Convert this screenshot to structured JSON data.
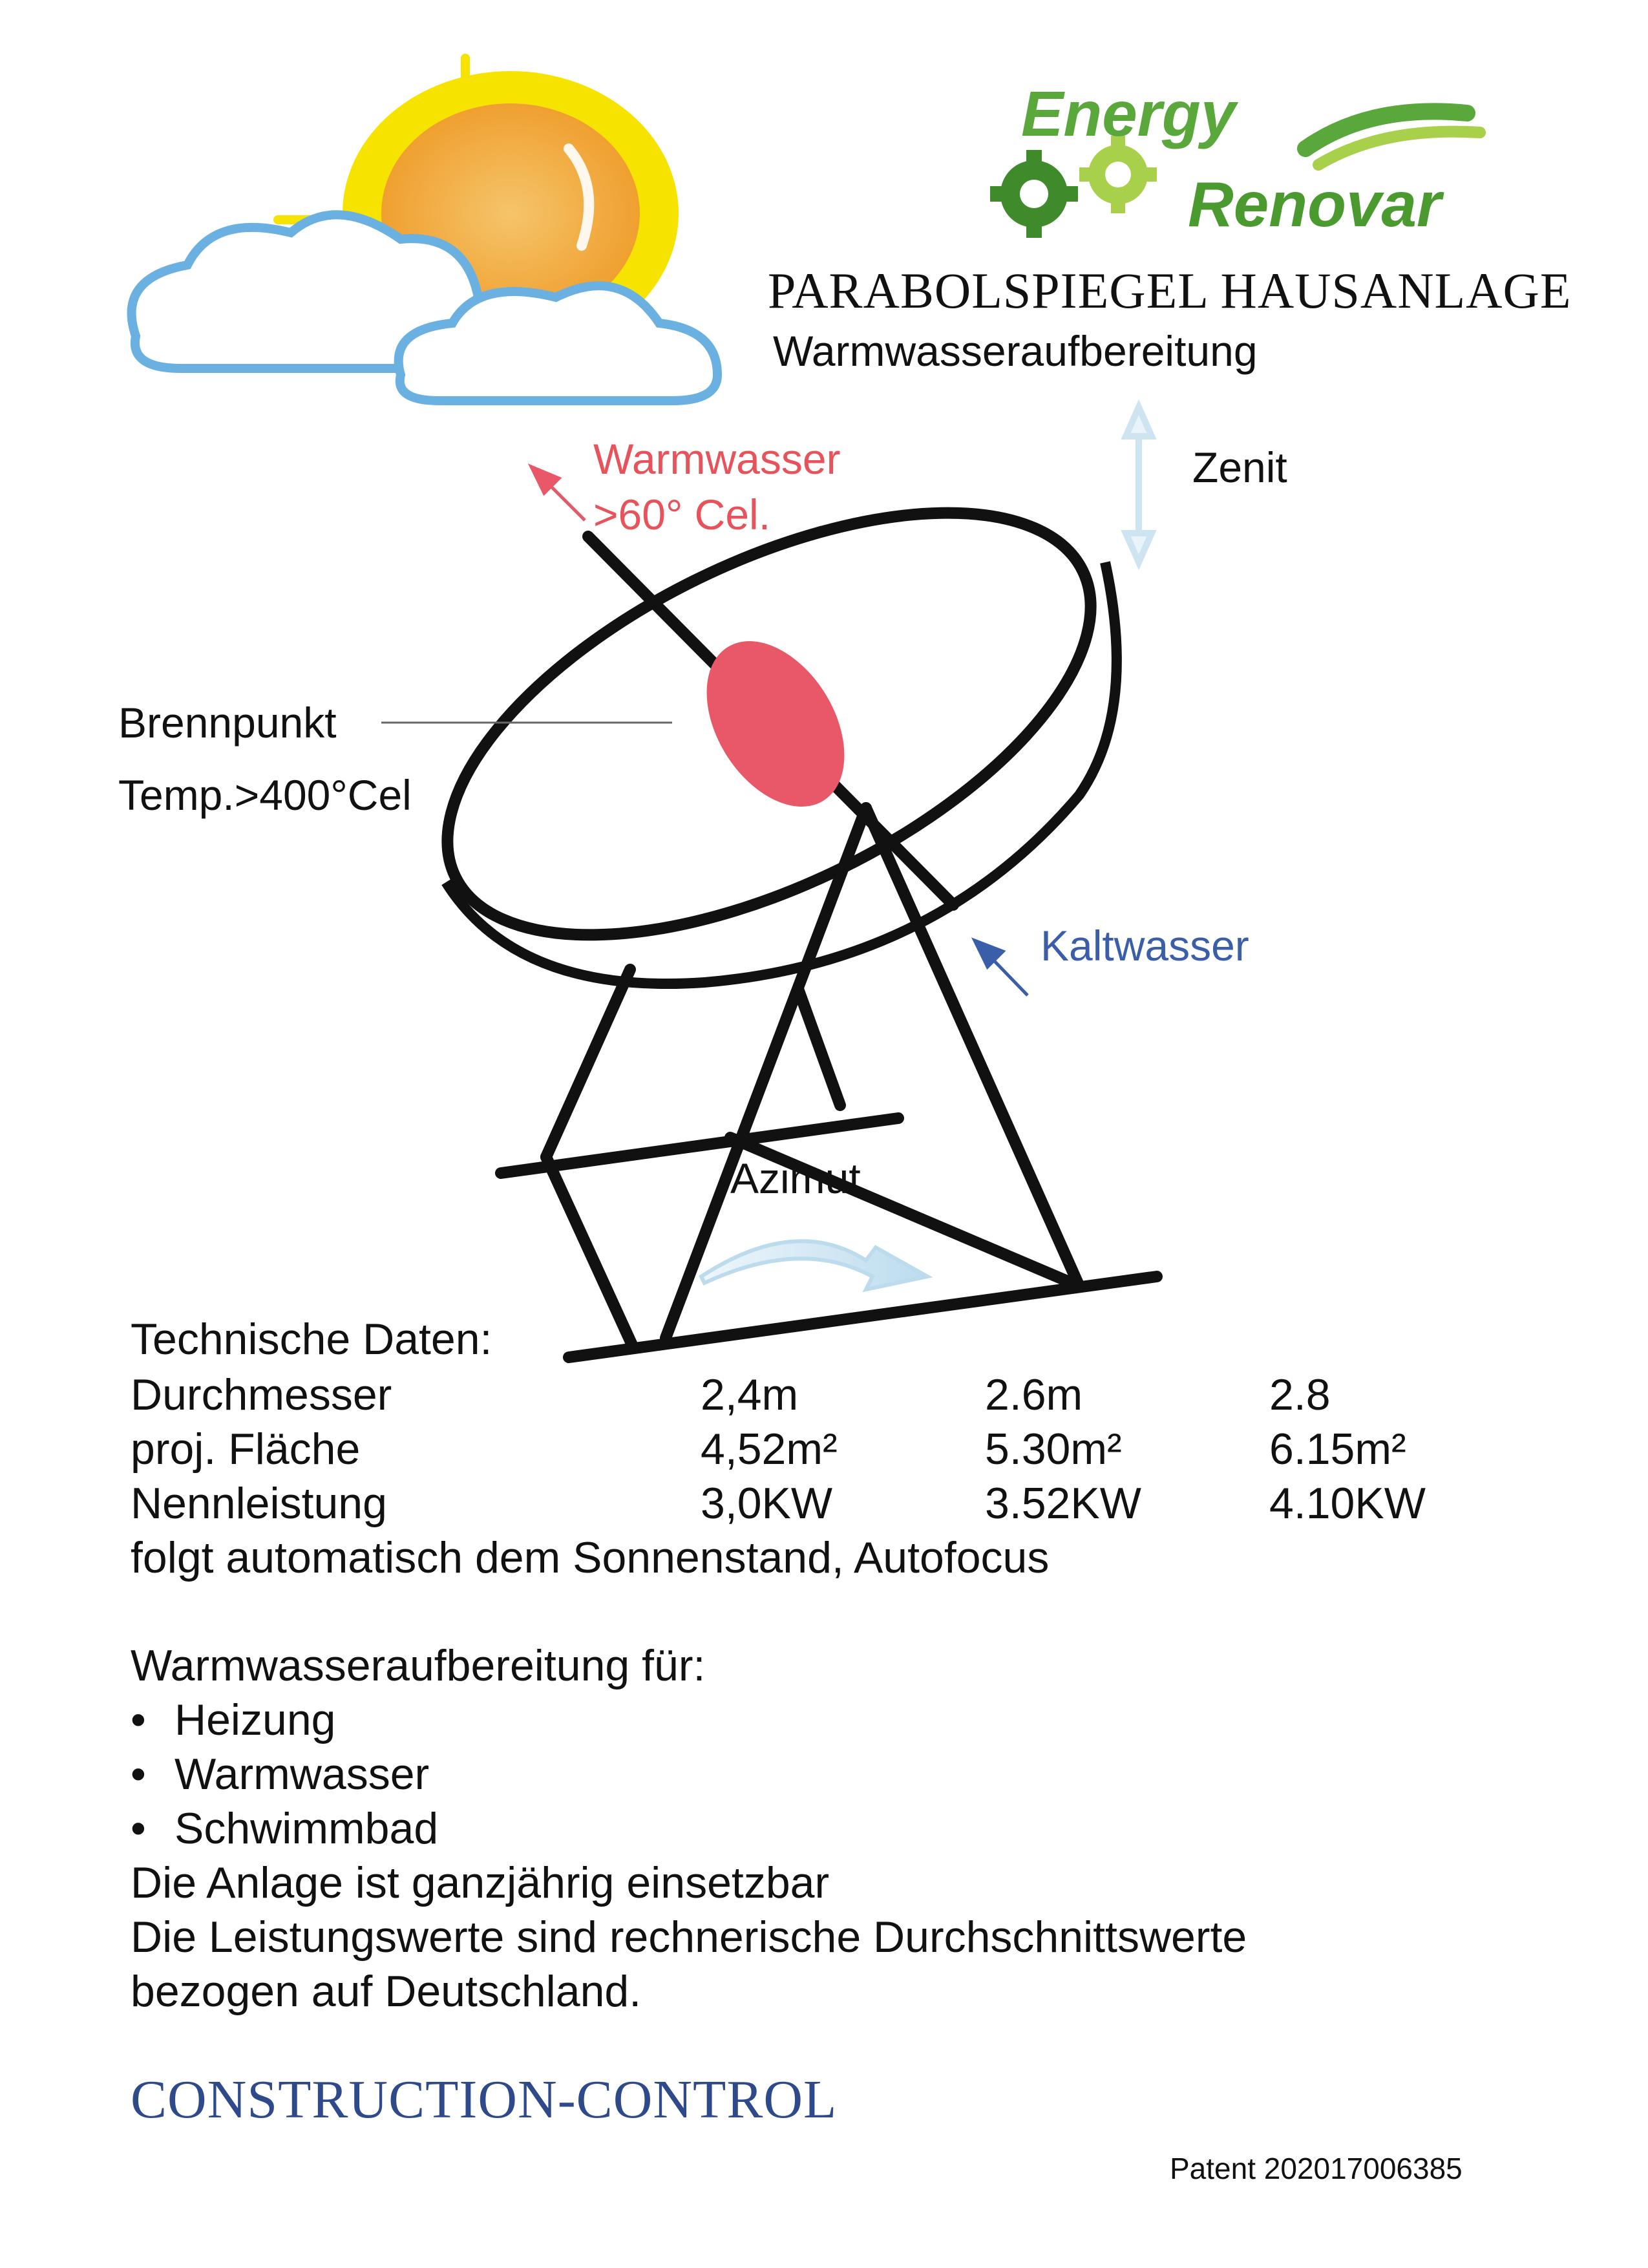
{
  "logo": {
    "line1": "Energy",
    "line2": "Renovar"
  },
  "header": {
    "title": "PARABOLSPIEGEL HAUSANLAGE",
    "subtitle": "Warmwasseraufbereitung"
  },
  "diagram": {
    "hot_water_label": "Warmwasser",
    "hot_water_temp": ">60° Cel.",
    "zenith_label": "Zenit",
    "focus_label": "Brennpunkt",
    "focus_temp": "Temp.>400°Cel",
    "cold_water_label": "Kaltwasser",
    "azimuth_label": "Azimut"
  },
  "tech": {
    "heading": "Technische Daten:",
    "rows": [
      {
        "label": "Durchmesser",
        "values": [
          "2,4m",
          "2.6m",
          "2.8"
        ]
      },
      {
        "label": "proj. Fläche",
        "values": [
          "4,52m²",
          "5.30m²",
          "6.15m²"
        ]
      },
      {
        "label": "Nennleistung",
        "values": [
          "3,0KW",
          "3.52KW",
          "4.10KW"
        ]
      }
    ],
    "note": "folgt automatisch dem Sonnenstand, Autofocus"
  },
  "usage": {
    "heading": "Warmwasseraufbereitung für:",
    "items": [
      "Heizung",
      "Warmwasser",
      "Schwimmbad"
    ],
    "bullet": "•",
    "lines": [
      "Die Anlage ist ganzjährig einsetzbar",
      "Die Leistungswerte sind rechnerische Durchschnittswerte",
      "bezogen auf Deutschland."
    ]
  },
  "footer": {
    "brand": "CONSTRUCTION-CONTROL",
    "patent": "Patent 202017006385"
  }
}
